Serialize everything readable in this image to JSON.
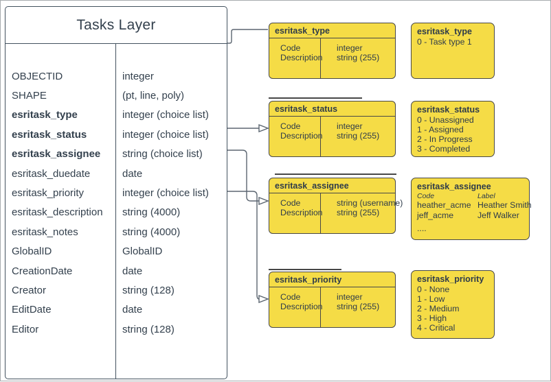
{
  "layer": {
    "title": "Tasks Layer",
    "fields": [
      {
        "name": "OBJECTID",
        "type": "integer",
        "bold": false
      },
      {
        "name": "SHAPE",
        "type": "(pt, line, poly)",
        "bold": false
      },
      {
        "name": "esritask_type",
        "type": "integer (choice list)",
        "bold": true
      },
      {
        "name": "esritask_status",
        "type": "integer (choice list)",
        "bold": true
      },
      {
        "name": "esritask_assignee",
        "type": "string (choice list)",
        "bold": true
      },
      {
        "name": "esritask_duedate",
        "type": "date",
        "bold": false
      },
      {
        "name": "esritask_priority",
        "type": "integer (choice list)",
        "bold": false
      },
      {
        "name": "esritask_description",
        "type": "string (4000)",
        "bold": false
      },
      {
        "name": "esritask_notes",
        "type": "string (4000)",
        "bold": false
      },
      {
        "name": "GlobalID",
        "type": "GlobalID",
        "bold": false
      },
      {
        "name": "CreationDate",
        "type": "date",
        "bold": false
      },
      {
        "name": "Creator",
        "type": "string (128)",
        "bold": false
      },
      {
        "name": "EditDate",
        "type": "date",
        "bold": false
      },
      {
        "name": "Editor",
        "type": "string (128)",
        "bold": false
      }
    ]
  },
  "domains": [
    {
      "id": "type",
      "table": {
        "title": "esritask_type",
        "left": [
          "Code",
          "Description"
        ],
        "right": [
          "integer",
          "string (255)"
        ]
      },
      "list": {
        "title": "esritask_type",
        "items": [
          "0 - Task type 1"
        ]
      }
    },
    {
      "id": "status",
      "table": {
        "title": "esritask_status",
        "left": [
          "Code",
          "Description"
        ],
        "right": [
          "integer",
          "string (255)"
        ]
      },
      "list": {
        "title": "esritask_status",
        "items": [
          "0 - Unassigned",
          "1 - Assigned",
          "2 - In Progress",
          "3 - Completed"
        ]
      }
    },
    {
      "id": "assignee",
      "table": {
        "title": "esritask_assignee",
        "left": [
          "Code",
          "Description"
        ],
        "right": [
          "string (username)",
          "string (255)"
        ]
      },
      "list": {
        "title": "esritask_assignee",
        "columns": [
          "Code",
          "Label"
        ],
        "rows": [
          [
            "heather_acme",
            "Heather Smith"
          ],
          [
            "jeff_acme",
            "Jeff Walker"
          ]
        ],
        "ellipsis": "...."
      }
    },
    {
      "id": "priority",
      "table": {
        "title": "esritask_priority",
        "left": [
          "Code",
          "Description"
        ],
        "right": [
          "integer",
          "string (255)"
        ]
      },
      "list": {
        "title": "esritask_priority",
        "items": [
          "0 - None",
          "1 - Low",
          "2 - Medium",
          "3 - High",
          "4 - Critical"
        ]
      }
    }
  ],
  "colors": {
    "domain_fill": "#f5dc46",
    "domain_border": "#474747",
    "layer_border": "#42515e",
    "text": "#33404d",
    "connector": "#5b6570"
  }
}
